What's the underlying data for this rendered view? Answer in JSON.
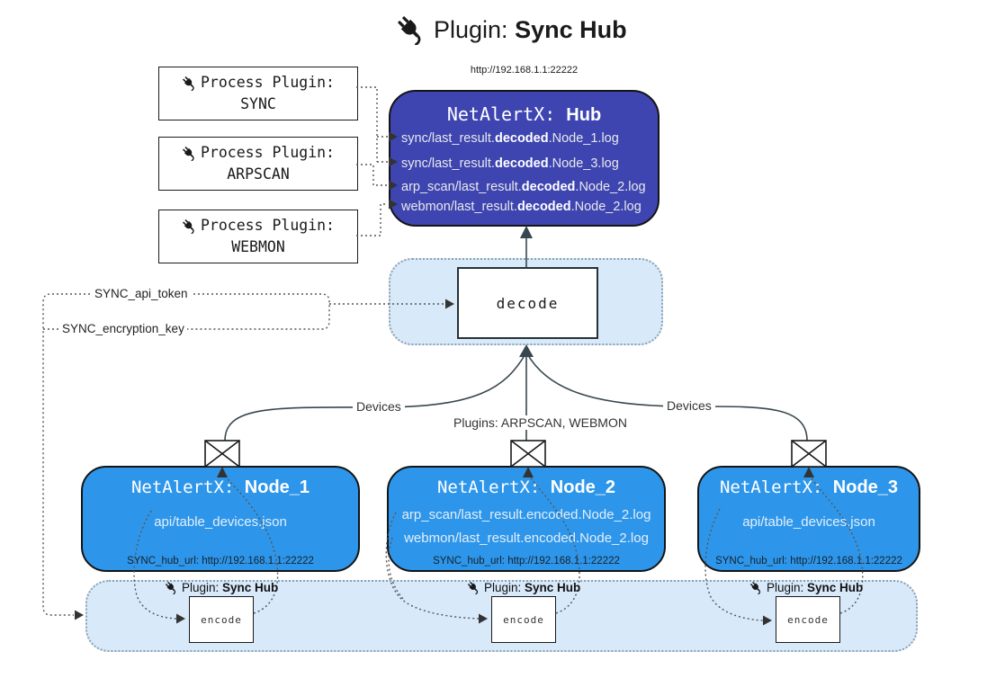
{
  "colors": {
    "hub_fill": "#3e45b1",
    "node_fill": "#2e96ea",
    "panel_fill": "#d8e9fa",
    "panel_border": "#8aa2b2",
    "ink": "#1a1a1a",
    "line": "#37474f"
  },
  "icons": {
    "plug": "plug-icon",
    "envelope": "envelope-icon"
  },
  "title": {
    "prefix": "Plugin: ",
    "name": "Sync Hub"
  },
  "process_plugins": {
    "label": "Process Plugin:",
    "items": [
      "SYNC",
      "ARPSCAN",
      "WEBMON"
    ]
  },
  "hub": {
    "url": "http://192.168.1.1:22222",
    "title_prefix": "NetAlertX: ",
    "title_name": "Hub",
    "logs": [
      {
        "pre": "sync/last_result.",
        "bold": "decoded",
        "post": ".Node_1.log"
      },
      {
        "pre": "sync/last_result.",
        "bold": "decoded",
        "post": ".Node_3.log"
      },
      {
        "pre": "arp_scan/last_result.",
        "bold": "decoded",
        "post": ".Node_2.log"
      },
      {
        "pre": "webmon/last_result.",
        "bold": "decoded",
        "post": ".Node_2.log"
      }
    ]
  },
  "decode": {
    "label": "decode"
  },
  "settings": {
    "api_token": "SYNC_api_token",
    "encryption_key": "SYNC_encryption_key"
  },
  "edges": {
    "left": "Devices",
    "middle": "Plugins: ARPSCAN, WEBMON",
    "right": "Devices"
  },
  "nodes": [
    {
      "title_prefix": "NetAlertX: ",
      "title_name": "Node_1",
      "line1": "api/table_devices.json",
      "hub_url": "SYNC_hub_url: http://192.168.1.1:22222"
    },
    {
      "title_prefix": "NetAlertX: ",
      "title_name": "Node_2",
      "line1": "arp_scan/last_result.encoded.Node_2.log",
      "line2": "webmon/last_result.encoded.Node_2.log",
      "hub_url": "SYNC_hub_url: http://192.168.1.1:22222"
    },
    {
      "title_prefix": "NetAlertX: ",
      "title_name": "Node_3",
      "line1": "api/table_devices.json",
      "hub_url": "SYNC_hub_url: http://192.168.1.1:22222"
    }
  ],
  "encoder": {
    "label_prefix": "Plugin: ",
    "label_name": "Sync Hub",
    "box_label": "encode"
  }
}
